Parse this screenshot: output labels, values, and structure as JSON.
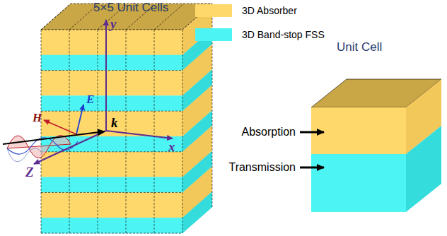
{
  "diagram": {
    "labels": [
      "5×5 Unit Cells",
      "y",
      "x",
      "Z",
      "k",
      "E",
      "H",
      "Unit Cell",
      "Absorption",
      "Transmission"
    ],
    "legend": [
      {
        "text": "3D Absorber",
        "color": "#FFD86B"
      },
      {
        "text": "3D Band-stop FSS",
        "color": "#4DF4F4"
      }
    ]
  }
}
